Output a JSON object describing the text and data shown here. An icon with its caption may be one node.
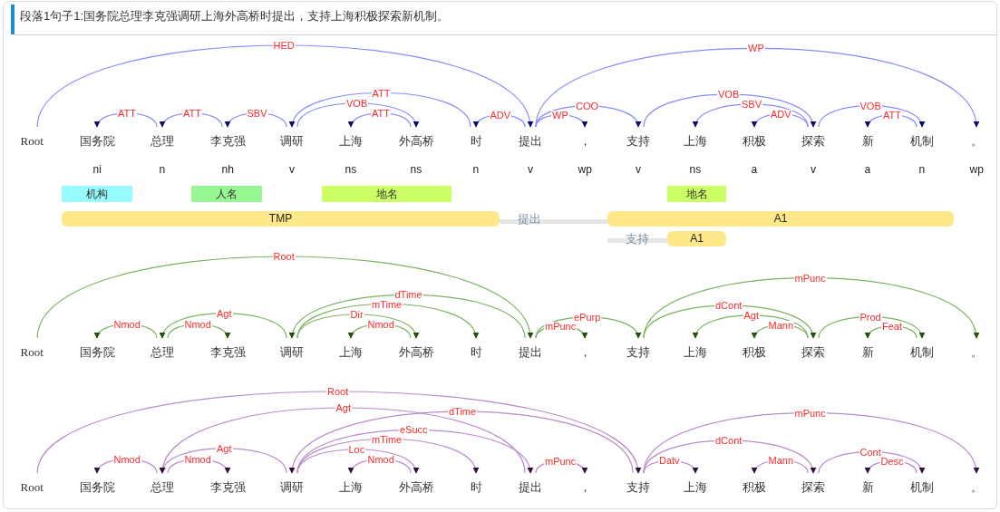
{
  "diagram": {
    "title": "段落1句子1:国务院总理李克强调研上海外高桥时提出，支持上海积极探索新机制。",
    "nodes": [
      {
        "text": [
          "Root"
        ]
      },
      {
        "text": [
          "国务院"
        ]
      },
      {
        "text": [
          "总理"
        ]
      },
      {
        "text": [
          "李克强"
        ]
      },
      {
        "text": [
          "调研"
        ]
      },
      {
        "text": [
          "上海"
        ]
      },
      {
        "text": [
          "外高桥"
        ]
      },
      {
        "text": [
          "时"
        ]
      },
      {
        "text": [
          "提出"
        ]
      },
      {
        "text": [
          "，"
        ]
      },
      {
        "text": [
          "支持"
        ]
      },
      {
        "text": [
          "上海"
        ]
      },
      {
        "text": [
          "积极"
        ]
      },
      {
        "text": [
          "探索"
        ]
      },
      {
        "text": [
          "新"
        ]
      },
      {
        "text": [
          "机制"
        ]
      },
      {
        "text": [
          "。"
        ]
      },
      {
        "text": [
          "机构"
        ]
      },
      {
        "text": [
          "人名"
        ]
      },
      {
        "text": [
          "地名"
        ]
      },
      {
        "text": [
          "地名"
        ]
      },
      {
        "text": [
          "TMP"
        ]
      },
      {
        "text": [
          "提出"
        ]
      },
      {
        "text": [
          "A1"
        ]
      },
      {
        "text": [
          "支持"
        ]
      },
      {
        "text": [
          "A1"
        ]
      },
      {
        "text": [
          "Root"
        ]
      },
      {
        "text": [
          "国务院"
        ]
      },
      {
        "text": [
          "总理"
        ]
      },
      {
        "text": [
          "李克强"
        ]
      },
      {
        "text": [
          "调研"
        ]
      },
      {
        "text": [
          "上海"
        ]
      },
      {
        "text": [
          "外高桥"
        ]
      },
      {
        "text": [
          "时"
        ]
      },
      {
        "text": [
          "提出"
        ]
      },
      {
        "text": [
          "，"
        ]
      },
      {
        "text": [
          "支持"
        ]
      },
      {
        "text": [
          "上海"
        ]
      },
      {
        "text": [
          "积极"
        ]
      },
      {
        "text": [
          "探索"
        ]
      },
      {
        "text": [
          "新"
        ]
      },
      {
        "text": [
          "机制"
        ]
      },
      {
        "text": [
          "。"
        ]
      },
      {
        "text": [
          "Root"
        ]
      },
      {
        "text": [
          "国务院"
        ]
      },
      {
        "text": [
          "总理"
        ]
      },
      {
        "text": [
          "李克强"
        ]
      },
      {
        "text": [
          "调研"
        ]
      },
      {
        "text": [
          "上海"
        ]
      },
      {
        "text": [
          "外高桥"
        ]
      },
      {
        "text": [
          "时"
        ]
      },
      {
        "text": [
          "提出"
        ]
      },
      {
        "text": [
          "，"
        ]
      },
      {
        "text": [
          "支持"
        ]
      },
      {
        "text": [
          "上海"
        ]
      },
      {
        "text": [
          "积极"
        ]
      },
      {
        "text": [
          "探索"
        ]
      },
      {
        "text": [
          "新"
        ]
      },
      {
        "text": [
          "机制"
        ]
      },
      {
        "text": [
          "。"
        ]
      }
    ],
    "edges": [
      {
        "from": 0,
        "to": 8,
        "arrow": "to",
        "label": "HED",
        "color": "#8a8aff"
      },
      {
        "from": 2,
        "to": 1,
        "arrow": "to",
        "label": "ATT",
        "color": "#8a8aff"
      },
      {
        "from": 3,
        "to": 2,
        "arrow": "to",
        "label": "ATT",
        "color": "#8a8aff"
      },
      {
        "from": 4,
        "to": 3,
        "arrow": "to",
        "label": "SBV",
        "color": "#8a8aff"
      },
      {
        "from": 6,
        "to": 5,
        "arrow": "to",
        "label": "ATT",
        "color": "#8a8aff"
      },
      {
        "from": 4,
        "to": 6,
        "arrow": "to",
        "label": "VOB",
        "color": "#8a8aff"
      },
      {
        "from": 7,
        "to": 4,
        "arrow": "to",
        "label": "ATT",
        "color": "#8a8aff"
      },
      {
        "from": 8,
        "to": 7,
        "arrow": "to",
        "label": "ADV",
        "color": "#8a8aff"
      },
      {
        "from": 8,
        "to": 9,
        "arrow": "to",
        "label": "WP",
        "color": "#8a8aff"
      },
      {
        "from": 8,
        "to": 10,
        "arrow": "to",
        "label": "COO",
        "color": "#8a8aff"
      },
      {
        "from": 10,
        "to": 13,
        "arrow": "to",
        "label": "VOB",
        "color": "#8a8aff"
      },
      {
        "from": 13,
        "to": 11,
        "arrow": "to",
        "label": "SBV",
        "color": "#8a8aff"
      },
      {
        "from": 13,
        "to": 12,
        "arrow": "to",
        "label": "ADV",
        "color": "#8a8aff"
      },
      {
        "from": 13,
        "to": 15,
        "arrow": "to",
        "label": "VOB",
        "color": "#8a8aff"
      },
      {
        "from": 15,
        "to": 14,
        "arrow": "to",
        "label": "ATT",
        "color": "#8a8aff"
      },
      {
        "from": 8,
        "to": 16,
        "arrow": "to",
        "label": "WP",
        "color": "#8a8aff"
      },
      {
        "from": 26,
        "to": 34,
        "arrow": "to",
        "label": "Root",
        "color": "#7db35f"
      },
      {
        "from": 28,
        "to": 27,
        "arrow": "to",
        "label": "Nmod",
        "color": "#7db35f"
      },
      {
        "from": 28,
        "to": 29,
        "arrow": "to",
        "label": "Nmod",
        "color": "#7db35f"
      },
      {
        "from": 30,
        "to": 28,
        "arrow": "to",
        "label": "Agt",
        "color": "#7db35f"
      },
      {
        "from": 32,
        "to": 31,
        "arrow": "to",
        "label": "Nmod",
        "color": "#7db35f"
      },
      {
        "from": 30,
        "to": 32,
        "arrow": "to",
        "label": "Dir",
        "color": "#7db35f"
      },
      {
        "from": 30,
        "to": 33,
        "arrow": "to",
        "label": "mTime",
        "color": "#7db35f"
      },
      {
        "from": 34,
        "to": 30,
        "arrow": "to",
        "label": "dTime",
        "color": "#7db35f"
      },
      {
        "from": 34,
        "to": 35,
        "arrow": "to",
        "label": "mPunc",
        "color": "#7db35f"
      },
      {
        "from": 34,
        "to": 36,
        "arrow": "to",
        "label": "ePurp",
        "color": "#7db35f"
      },
      {
        "from": 36,
        "to": 39,
        "arrow": "to",
        "label": "dCont",
        "color": "#7db35f"
      },
      {
        "from": 39,
        "to": 37,
        "arrow": "to",
        "label": "Agt",
        "color": "#7db35f"
      },
      {
        "from": 39,
        "to": 38,
        "arrow": "to",
        "label": "Mann",
        "color": "#7db35f"
      },
      {
        "from": 36,
        "to": 42,
        "arrow": "to",
        "label": "mPunc",
        "color": "#7db35f"
      },
      {
        "from": 39,
        "to": 41,
        "arrow": "to",
        "label": "Prod",
        "color": "#7db35f"
      },
      {
        "from": 41,
        "to": 40,
        "arrow": "to",
        "label": "Feat",
        "color": "#7db35f"
      },
      {
        "from": 43,
        "to": 53,
        "arrow": "to",
        "label": "Root",
        "color": "#b98bcb"
      },
      {
        "from": 45,
        "to": 44,
        "arrow": "to",
        "label": "Nmod",
        "color": "#b98bcb"
      },
      {
        "from": 45,
        "to": 46,
        "arrow": "to",
        "label": "Nmod",
        "color": "#b98bcb"
      },
      {
        "from": 47,
        "to": 45,
        "arrow": "to",
        "label": "Agt",
        "color": "#b98bcb"
      },
      {
        "from": 51,
        "to": 45,
        "arrow": "to",
        "label": "Agt",
        "color": "#b98bcb"
      },
      {
        "from": 53,
        "to": 47,
        "arrow": "to",
        "label": "dTime",
        "color": "#b98bcb"
      },
      {
        "from": 47,
        "to": 51,
        "arrow": "to",
        "label": "eSucc",
        "color": "#b98bcb"
      },
      {
        "from": 47,
        "to": 50,
        "arrow": "to",
        "label": "mTime",
        "color": "#b98bcb"
      },
      {
        "from": 47,
        "to": 49,
        "arrow": "to",
        "label": "Loc",
        "color": "#b98bcb"
      },
      {
        "from": 49,
        "to": 48,
        "arrow": "to",
        "label": "Nmod",
        "color": "#b98bcb"
      },
      {
        "from": 51,
        "to": 52,
        "arrow": "to",
        "label": "mPunc",
        "color": "#b98bcb"
      },
      {
        "from": 53,
        "to": 54,
        "arrow": "to",
        "label": "Datv",
        "color": "#b98bcb"
      },
      {
        "from": 56,
        "to": 55,
        "arrow": "to",
        "label": "Mann",
        "color": "#b98bcb"
      },
      {
        "from": 53,
        "to": 56,
        "arrow": "to",
        "label": "dCont",
        "color": "#b98bcb"
      },
      {
        "from": 53,
        "to": 59,
        "arrow": "to",
        "label": "mPunc",
        "color": "#b98bcb"
      },
      {
        "from": 56,
        "to": 58,
        "arrow": "to",
        "label": "Cont",
        "color": "#b98bcb"
      },
      {
        "from": 58,
        "to": 57,
        "arrow": "to",
        "label": "Desc",
        "color": "#b98bcb"
      }
    ],
    "labels": [
      "ni",
      "n",
      "nh",
      "v",
      "ns",
      "ns",
      "n",
      "v",
      "wp",
      "v",
      "ns",
      "a",
      "v",
      "a",
      "n",
      "wp"
    ]
  }
}
